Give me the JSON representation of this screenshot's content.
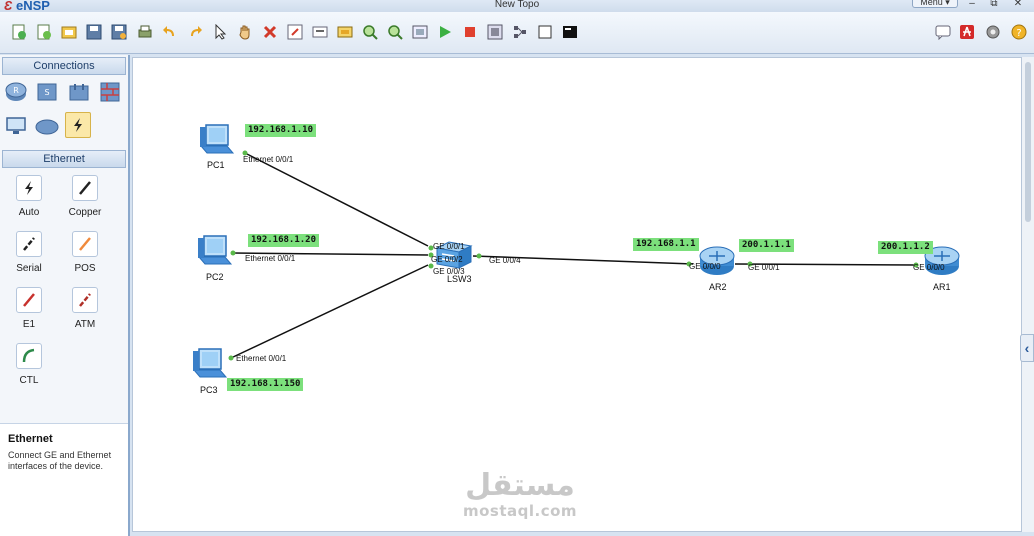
{
  "app": {
    "logo": "eNSP",
    "title": "New Topo",
    "menu_label": "Menu ▾"
  },
  "window_controls": [
    "–",
    "⧉",
    "✕"
  ],
  "toolbar": {
    "buttons": [
      "new-topo",
      "new-example",
      "open",
      "save",
      "save-as",
      "print",
      "undo",
      "redo",
      "select",
      "pan",
      "delete",
      "delete-link",
      "text",
      "palette",
      "zoom-in",
      "zoom-out",
      "fit",
      "start-device",
      "stop-device",
      "capture",
      "topology",
      "full-screen",
      "console"
    ],
    "right_buttons": [
      "chat",
      "huawei",
      "settings",
      "help"
    ]
  },
  "left_panel": {
    "connections_header": "Connections",
    "device_categories": [
      "router",
      "switch",
      "wireless",
      "firewall",
      "pc",
      "cloud",
      "cable"
    ],
    "ethernet_header": "Ethernet",
    "cables": [
      {
        "label": "Auto",
        "color": "#222222"
      },
      {
        "label": "Copper",
        "color": "#222222"
      },
      {
        "label": "Serial",
        "color": "#222222"
      },
      {
        "label": "POS",
        "color": "#f08a3c"
      },
      {
        "label": "E1",
        "color": "#c8322d"
      },
      {
        "label": "ATM",
        "color": "#b03028"
      },
      {
        "label": "CTL",
        "color": "#2e8a4a"
      }
    ],
    "description": {
      "title": "Ethernet",
      "text": "Connect GE and Ethernet interfaces of the device."
    }
  },
  "topology": {
    "devices": [
      {
        "name": "PC1",
        "type": "pc"
      },
      {
        "name": "PC2",
        "type": "pc"
      },
      {
        "name": "PC3",
        "type": "pc"
      },
      {
        "name": "LSW3",
        "type": "switch"
      },
      {
        "name": "AR2",
        "type": "router"
      },
      {
        "name": "AR1",
        "type": "router"
      }
    ],
    "ip_labels": [
      "192.168.1.10",
      "192.168.1.20",
      "192.168.1.150",
      "192.168.1.1",
      "200.1.1.1",
      "200.1.1.2"
    ],
    "links": [
      {
        "from": "PC1",
        "from_port": "Ethernet 0/0/1",
        "to": "LSW3",
        "to_port": "GE 0/0/1"
      },
      {
        "from": "PC2",
        "from_port": "Ethernet 0/0/1",
        "to": "LSW3",
        "to_port": "GE 0/0/2"
      },
      {
        "from": "PC3",
        "from_port": "Ethernet 0/0/1",
        "to": "LSW3",
        "to_port": "GE 0/0/3"
      },
      {
        "from": "LSW3",
        "from_port": "GE 0/0/4",
        "to": "AR2",
        "to_port": "GE 0/0/0"
      },
      {
        "from": "AR2",
        "from_port": "GE 0/0/1",
        "to": "AR1",
        "to_port": "GE 0/0/0"
      }
    ]
  },
  "watermark": {
    "arabic": "مستقل",
    "latin": "mostaql.com"
  }
}
